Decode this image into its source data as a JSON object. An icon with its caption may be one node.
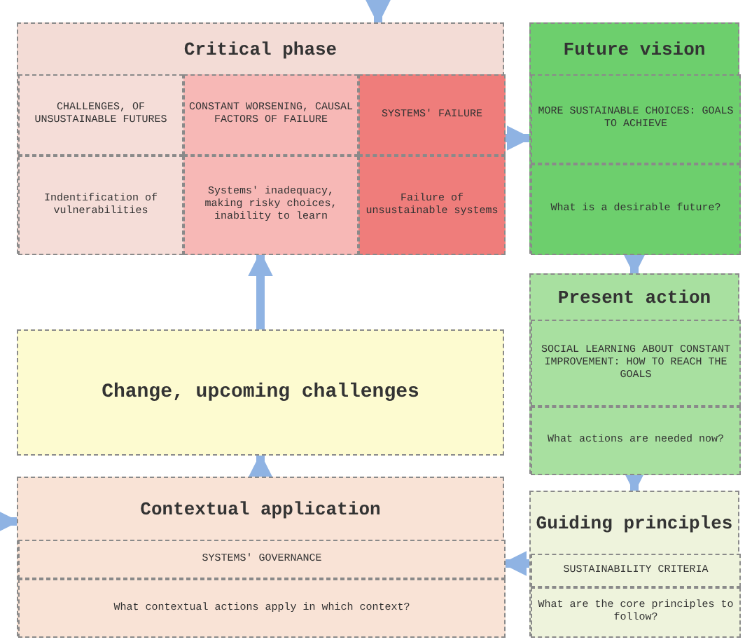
{
  "diagram": {
    "nodes": [
      {
        "text": [
          "Critical phase"
        ]
      },
      {
        "text": [
          "CHALLENGES, OF UNSUSTAINABLE FUTURES"
        ],
        "in": 0
      },
      {
        "text": [
          "CONSTANT WORSENING, CAUSAL FACTORS OF FAILURE"
        ],
        "in": 0
      },
      {
        "text": [
          "SYSTEMS' FAILURE"
        ],
        "in": 0
      },
      {
        "text": [
          "Indentification of vulnerabilities"
        ],
        "in": 0
      },
      {
        "text": [
          "Systems' inadequacy, making risky choices, inability to learn"
        ],
        "in": 0
      },
      {
        "text": [
          "Failure of unsustainable systems"
        ],
        "in": 0
      },
      {
        "text": [
          "Future vision"
        ]
      },
      {
        "text": [
          "MORE SUSTAINABLE CHOICES: GOALS TO ACHIEVE"
        ],
        "in": 7
      },
      {
        "text": [
          "What is a desirable future?"
        ],
        "in": 7
      },
      {
        "text": [
          "Present action"
        ]
      },
      {
        "text": [
          "SOCIAL LEARNING ABOUT CONSTANT IMPROVEMENT: HOW TO REACH THE GOALS"
        ],
        "in": 10
      },
      {
        "text": [
          "What actions are needed now?"
        ],
        "in": 10
      },
      {
        "text": [
          "Guiding principles"
        ]
      },
      {
        "text": [
          "SUSTAINABILITY CRITERIA"
        ],
        "in": 13
      },
      {
        "text": [
          "What are the core principles to follow?"
        ],
        "in": 13
      },
      {
        "text": [
          "Change, upcoming challenges"
        ]
      },
      {
        "text": [
          "Contextual application"
        ]
      },
      {
        "text": [
          "SYSTEMS' GOVERNANCE"
        ],
        "in": 17
      },
      {
        "text": [
          "What contextual actions apply in which context?"
        ],
        "in": 17
      }
    ],
    "edges": [
      {
        "from": 0,
        "to": 7,
        "arrow": "to"
      },
      {
        "from": 7,
        "to": 10,
        "arrow": "to"
      },
      {
        "from": 10,
        "to": 13,
        "arrow": "to"
      },
      {
        "from": 13,
        "to": 17,
        "arrow": "to"
      },
      {
        "from": 17,
        "to": 16,
        "arrow": "to"
      },
      {
        "from": 16,
        "to": 0,
        "arrow": "to"
      },
      {
        "from": null,
        "to": 0,
        "arrow": "to"
      },
      {
        "from": null,
        "to": 17,
        "arrow": "to"
      }
    ]
  }
}
